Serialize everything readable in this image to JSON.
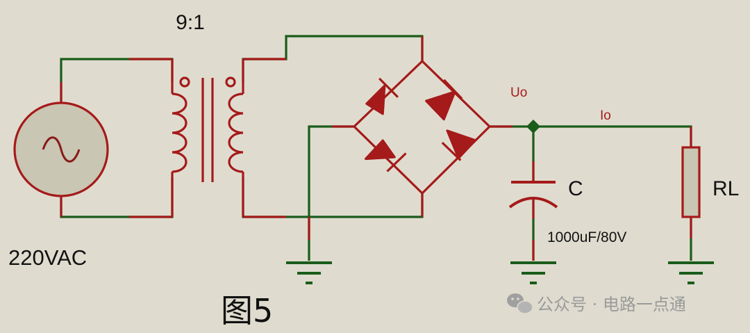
{
  "labels": {
    "ratio": "9:1",
    "source": "220VAC",
    "uo": "Uo",
    "io": "Io",
    "cap": "C",
    "cap_value": "1000uF/80V",
    "load": "RL",
    "figure": "图5"
  },
  "watermark": {
    "text": "公众号 · 电路一点通",
    "icon": "wechat-icon"
  },
  "colors": {
    "background": "#dfdccf",
    "wire": "#1a5c1a",
    "component": "#a51a1a",
    "source_fill": "#c9c6b3",
    "resistor_fill": "#c9c6b3",
    "net_label": "#a51a1a",
    "text": "#111111",
    "watermark": "#9a9a9a"
  }
}
